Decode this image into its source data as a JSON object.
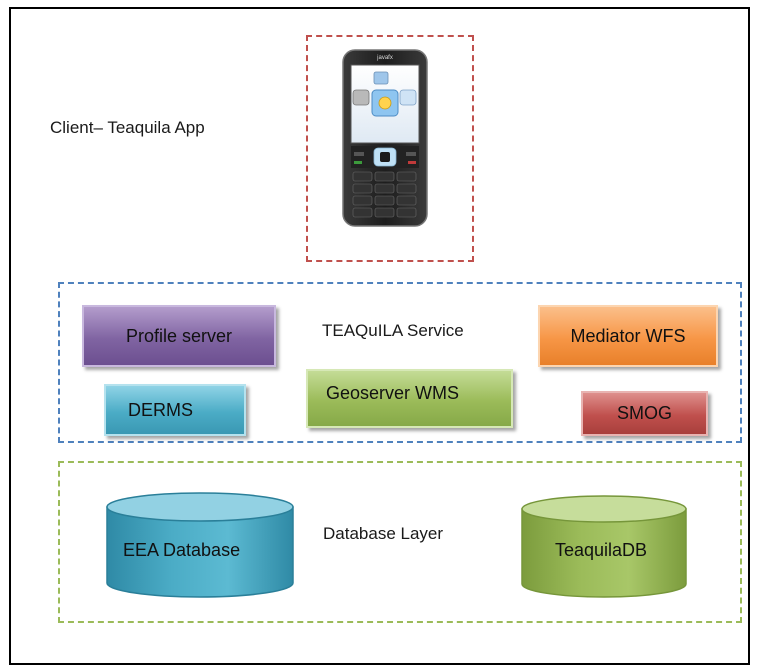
{
  "client": {
    "label": "Client– Teaquila App"
  },
  "phone": {
    "brand": "javafx"
  },
  "service_layer": {
    "label": "TEAQuILA Service",
    "nodes": {
      "profile": "Profile server",
      "mediator": "Mediator WFS",
      "derms": "DERMS",
      "geoserver": "Geoserver WMS",
      "smog": "SMOG"
    }
  },
  "database_layer": {
    "label": "Database Layer",
    "nodes": {
      "eea": "EEA Database",
      "teaquila": "TeaquilaDB"
    }
  },
  "colors": {
    "client_border": "#c0504d",
    "service_border": "#4f81bd",
    "database_border": "#9bbb59",
    "profile": "#8064a2",
    "mediator": "#f79646",
    "derms": "#4bacc6",
    "geoserver": "#9bbb59",
    "smog": "#c0504d"
  }
}
